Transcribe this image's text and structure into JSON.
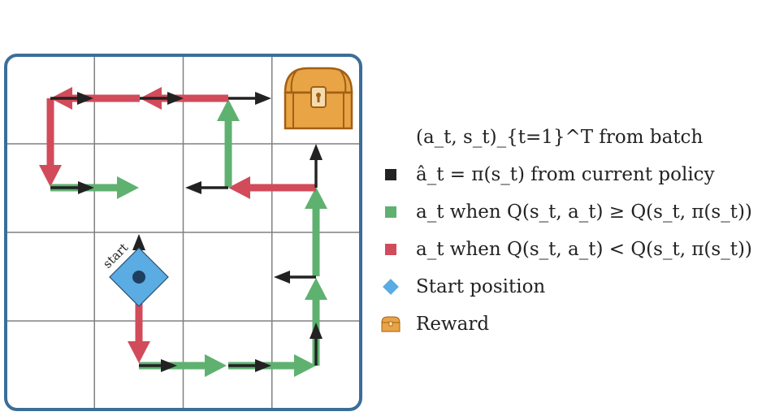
{
  "diagram": {
    "start_label": "start",
    "colors": {
      "frame": "#3b6e98",
      "grid": "#808080",
      "black_arrow": "#222222",
      "green_arrow": "#5fb170",
      "red_arrow": "#d24b5a",
      "start_diamond": "#5aace3",
      "start_dot": "#1f3f5e",
      "chest": "#e8a445",
      "chest_outline": "#a35f14"
    },
    "grid_size": [
      4,
      4
    ]
  },
  "legend": {
    "items": [
      {
        "id": "batch",
        "marker": "none",
        "text": "(a_t, s_t)_{t=1}^T from batch"
      },
      {
        "id": "policy",
        "marker": "black-square",
        "color": "#222222",
        "text": "â_t = π(s_t) from current policy"
      },
      {
        "id": "green",
        "marker": "green-square",
        "color": "#5fb170",
        "text": "a_t when Q(s_t, a_t) ≥ Q(s_t, π(s_t))"
      },
      {
        "id": "red",
        "marker": "red-square",
        "color": "#d24b5a",
        "text": "a_t when Q(s_t, a_t) < Q(s_t, π(s_t))"
      },
      {
        "id": "start",
        "marker": "blue-diamond",
        "color": "#5aace3",
        "text": "Start position"
      },
      {
        "id": "reward",
        "marker": "chest-icon",
        "color": "#e8a445",
        "text": "Reward"
      }
    ]
  }
}
